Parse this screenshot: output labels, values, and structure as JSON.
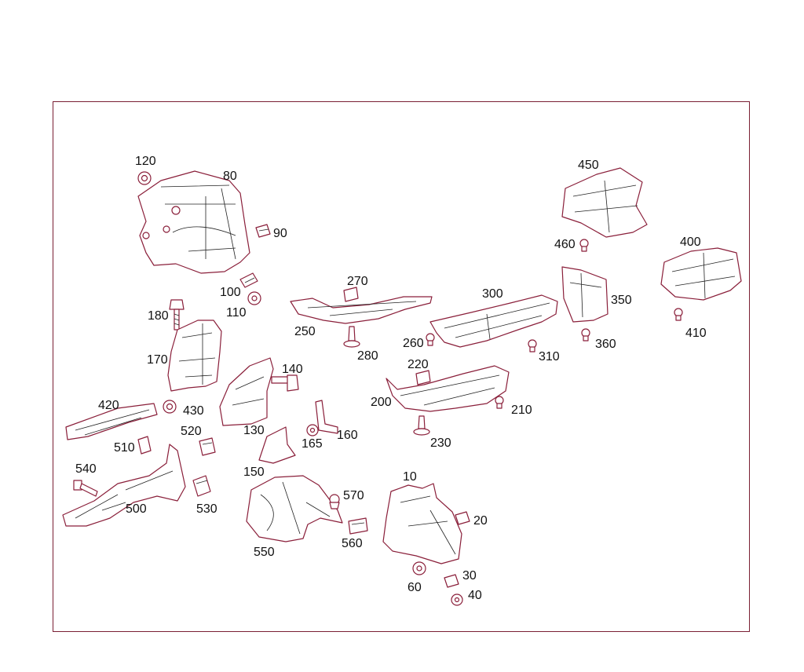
{
  "diagram": {
    "frame_color": "#7a1f33",
    "part_stroke_color": "#8a1f3a",
    "labels": [
      "120",
      "80",
      "90",
      "100",
      "110",
      "180",
      "170",
      "140",
      "130",
      "160",
      "165",
      "150",
      "420",
      "430",
      "520",
      "510",
      "540",
      "500",
      "530",
      "550",
      "570",
      "560",
      "270",
      "250",
      "280",
      "300",
      "260",
      "310",
      "220",
      "200",
      "210",
      "230",
      "10",
      "20",
      "30",
      "40",
      "60",
      "450",
      "460",
      "400",
      "350",
      "360",
      "410"
    ]
  }
}
